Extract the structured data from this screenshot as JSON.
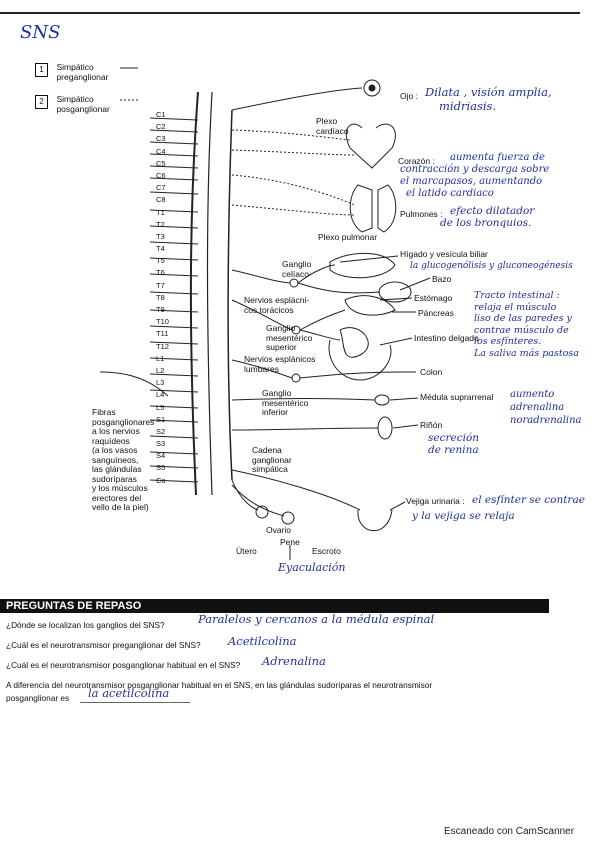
{
  "title_hand": "SNS",
  "legend": [
    {
      "num": "1",
      "line1": "Simpático",
      "line2": "preganglionar"
    },
    {
      "num": "2",
      "line1": "Simpático",
      "line2": "posganglionar"
    }
  ],
  "segments": [
    "C1",
    "C2",
    "C3",
    "C4",
    "C5",
    "C6",
    "C7",
    "C8",
    "T1",
    "T2",
    "T3",
    "T4",
    "T5",
    "T6",
    "T7",
    "T8",
    "T9",
    "T10",
    "T11",
    "T12",
    "L1",
    "L2",
    "L3",
    "L4",
    "L5",
    "S1",
    "S2",
    "S3",
    "S4",
    "S5",
    "Co"
  ],
  "printed": {
    "plexo_cardiaco": [
      "Plexo",
      "cardíaco"
    ],
    "plexo_pulmonar": "Plexo pulmonar",
    "ganglio_celiaco": [
      "Ganglio",
      "celíaco"
    ],
    "nervios_esplacnicos": [
      "Nervios esplácni-",
      "cos torácicos"
    ],
    "ganglio_mes_sup": [
      "Ganglio",
      "mesentérico",
      "superior"
    ],
    "nervios_lumbares": [
      "Nervios esplánicos",
      "lumbares"
    ],
    "ganglio_mes_inf": [
      "Ganglio",
      "mesentérico",
      "inferior"
    ],
    "cadena": [
      "Cadena",
      "ganglionar",
      "simpática"
    ],
    "fibras": [
      "Fibras",
      "posganglionares",
      "a los nervios",
      "raquídeos",
      "(a los vasos",
      "sanguíneos,",
      "las glándulas",
      "sudoríparas",
      "y los músculos",
      "erectores del",
      "vello de la piel)"
    ],
    "ojo": "Ojo :",
    "corazon": "Corazón :",
    "pulmones": "Pulmones :",
    "higado": [
      "Hígado y vesícula biliar"
    ],
    "bazo": "Bazo",
    "estomago": "Estómago",
    "pancreas": "Páncreas",
    "intestino": "Intestino delgado",
    "colon": "Colon",
    "medula": "Médula suprarrenal",
    "rinon": "Riñón",
    "vejiga": "Vejiga urinaria :",
    "ovario": "Ovario",
    "pene": "Pene",
    "utero": "Útero",
    "escroto": "Escroto"
  },
  "hand": {
    "ojo": [
      "Dilata , visión amplia,",
      "midriasis."
    ],
    "corazon": [
      "aumenta fuerza de",
      "contracción y descarga sobre",
      "el marcapasos, aumentando",
      "el latido cardiaco"
    ],
    "pulmones": [
      "efecto dilatador",
      "de los bronquios."
    ],
    "higado": "la glucogenólisis y gluconeogénesis",
    "tracto": [
      "Tracto intestinal :",
      "relaja el músculo",
      "liso de las paredes y",
      "contrae músculo de",
      "los esfínteres.",
      "La saliva más pastosa"
    ],
    "medula": [
      "aumento",
      "adrenalina",
      "noradrenalina"
    ],
    "rinon": [
      "secreción",
      "de renina"
    ],
    "vejiga": [
      "el esfínter se contrae",
      "y la vejiga se relaja"
    ],
    "eyaculacion": "Eyaculación"
  },
  "review": {
    "header": "PREGUNTAS DE REPASO",
    "q1": "¿Dónde se localizan los ganglios del SNS?",
    "a1": "Paralelos y cercanos a la médula espinal",
    "q2": "¿Cuál es el neurotransmisor preganglionar del SNS?",
    "a2": "Acetilcolina",
    "q3": "¿Cuál es el neurotransmisor posganglionar habitual en el SNS?",
    "a3": "Adrenalina",
    "q4a": "A diferencia del neurotransmisor posganglionar habitual en el SNS, en las glándulas sudoríparas el neurotransmisor",
    "q4b": "posganglionar es",
    "a4": "la acetilcolina"
  },
  "footer": "Escaneado con CamScanner"
}
